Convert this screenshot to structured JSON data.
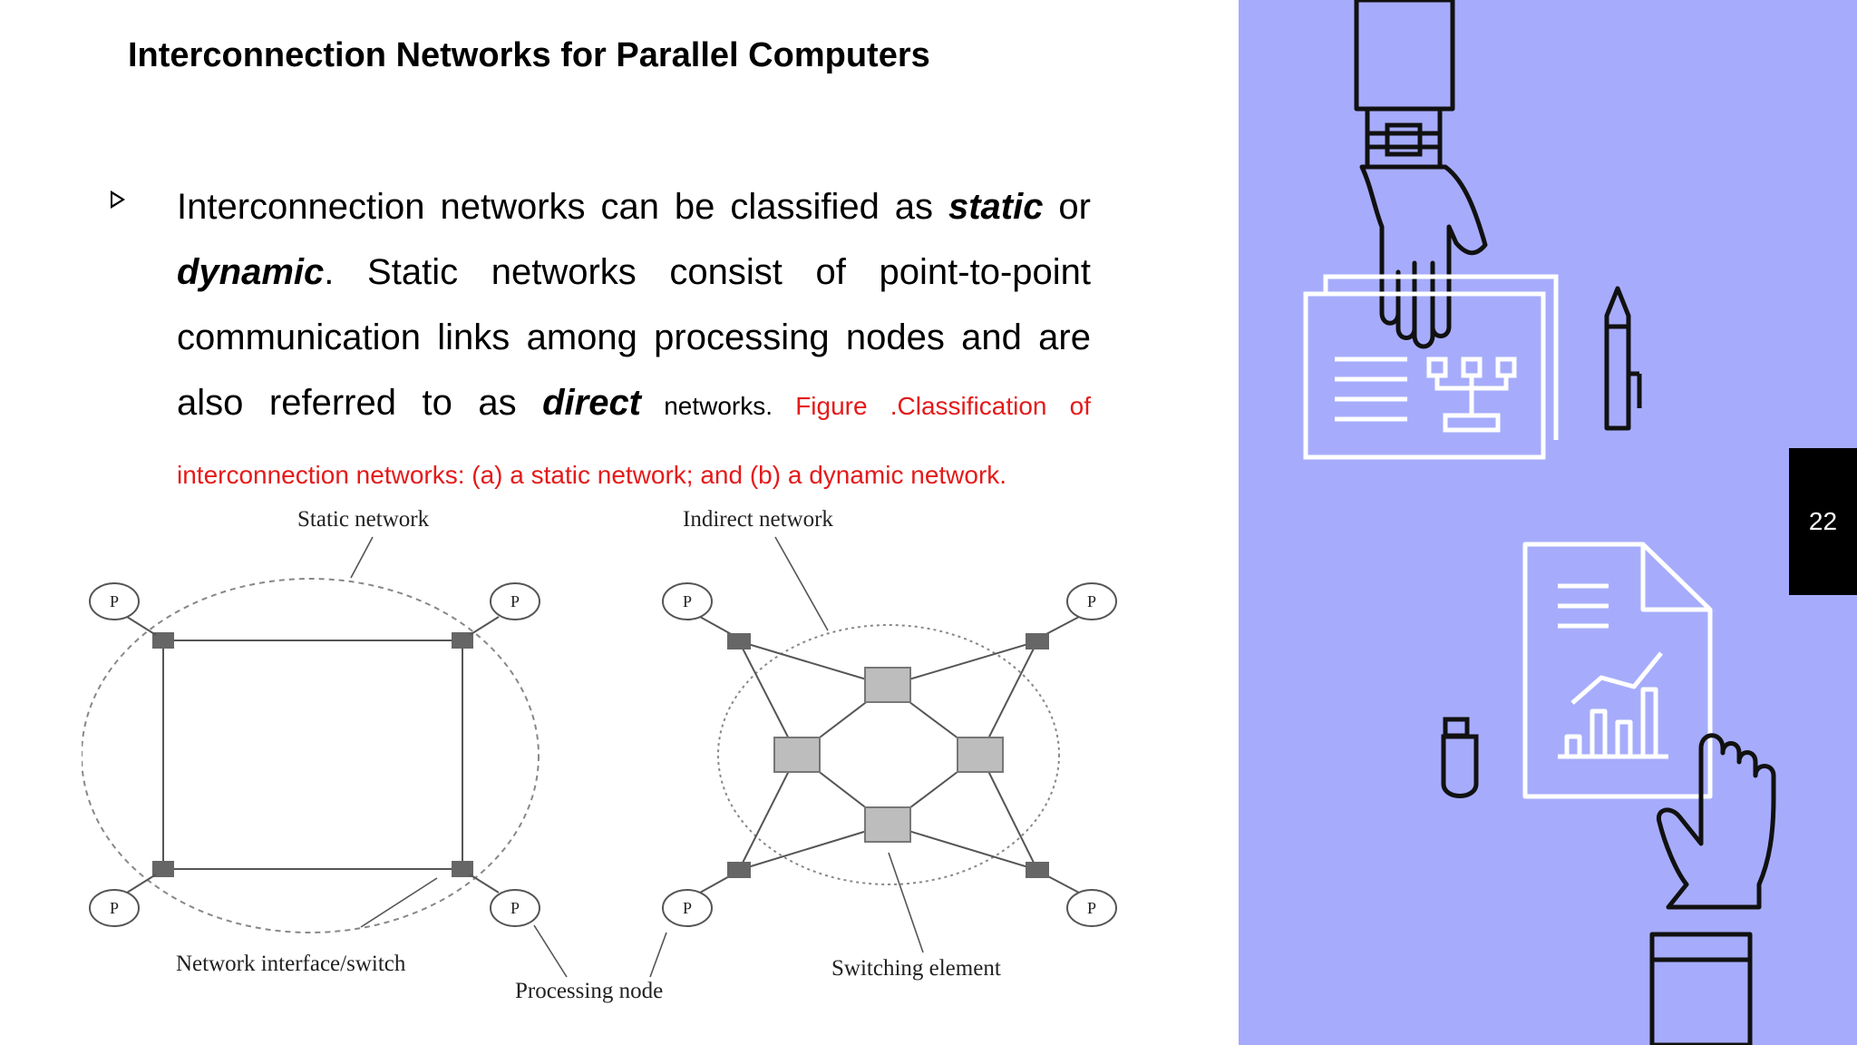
{
  "slide": {
    "title": "Interconnection Networks for Parallel Computers",
    "page_number": "22"
  },
  "body": {
    "line1": "Interconnection networks can be classified",
    "as_prefix": "as ",
    "static_word": "static",
    "or_word": " or ",
    "dynamic_word": "dynamic",
    "sentence2_start": ". Static networks consist of point-to-point communication links among processing nodes and are also referred to as ",
    "direct_word": "direct",
    "networks_word": " networks.",
    "caption": " Figure .Classification of interconnection networks: (a) a static network; and (b) a dynamic network."
  },
  "diagram": {
    "static_label": "Static network",
    "indirect_label": "Indirect network",
    "interface_label": "Network interface/switch",
    "processing_label": "Processing node",
    "switching_label": "Switching element",
    "node_label": "P"
  },
  "colors": {
    "panel": "#a6acfb",
    "caption": "#e41a1a",
    "tab": "#000000"
  },
  "icons": [
    "hand-icon",
    "folder-icon",
    "pen-icon",
    "document-chart-icon",
    "usb-drive-icon",
    "wristwatch-icon"
  ]
}
